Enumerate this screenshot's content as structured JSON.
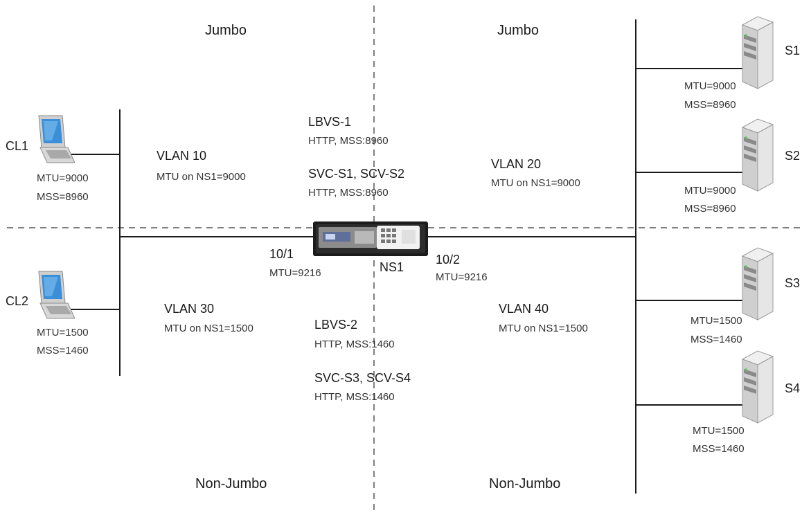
{
  "regions": {
    "top_left": "Jumbo",
    "top_right": "Jumbo",
    "bottom_left": "Non-Jumbo",
    "bottom_right": "Non-Jumbo"
  },
  "clients": [
    {
      "name": "CL1",
      "mtu": "MTU=9000",
      "mss": "MSS=8960"
    },
    {
      "name": "CL2",
      "mtu": "MTU=1500",
      "mss": "MSS=1460"
    }
  ],
  "servers": [
    {
      "name": "S1",
      "mtu": "MTU=9000",
      "mss": "MSS=8960"
    },
    {
      "name": "S2",
      "mtu": "MTU=9000",
      "mss": "MSS=8960"
    },
    {
      "name": "S3",
      "mtu": "MTU=1500",
      "mss": "MSS=1460"
    },
    {
      "name": "S4",
      "mtu": "MTU=1500",
      "mss": "MSS=1460"
    }
  ],
  "vlans": [
    {
      "name": "VLAN 10",
      "mtu": "MTU on NS1=9000"
    },
    {
      "name": "VLAN 20",
      "mtu": "MTU on NS1=9000"
    },
    {
      "name": "VLAN 30",
      "mtu": "MTU on NS1=1500"
    },
    {
      "name": "VLAN 40",
      "mtu": "MTU on NS1=1500"
    }
  ],
  "services": [
    {
      "title": "LBVS-1",
      "detail": "HTTP, MSS:8960"
    },
    {
      "title": "SVC-S1, SCV-S2",
      "detail": "HTTP, MSS:8960"
    },
    {
      "title": "LBVS-2",
      "detail": "HTTP, MSS:1460"
    },
    {
      "title": "SVC-S3, SCV-S4",
      "detail": "HTTP, MSS:1460"
    }
  ],
  "appliance": {
    "name": "NS1"
  },
  "interfaces": [
    {
      "name": "10/1",
      "mtu": "MTU=9216"
    },
    {
      "name": "10/2",
      "mtu": "MTU=9216"
    }
  ],
  "icons": {
    "client": "laptop-icon",
    "server": "server-tower-icon",
    "appliance": "netscaler-appliance-icon"
  },
  "colors": {
    "line": "#1a1a1a",
    "dashed": "#555555",
    "screen": "#3a8fd8",
    "server_body": "#dcdcdc",
    "server_led": "#5cc65c"
  }
}
